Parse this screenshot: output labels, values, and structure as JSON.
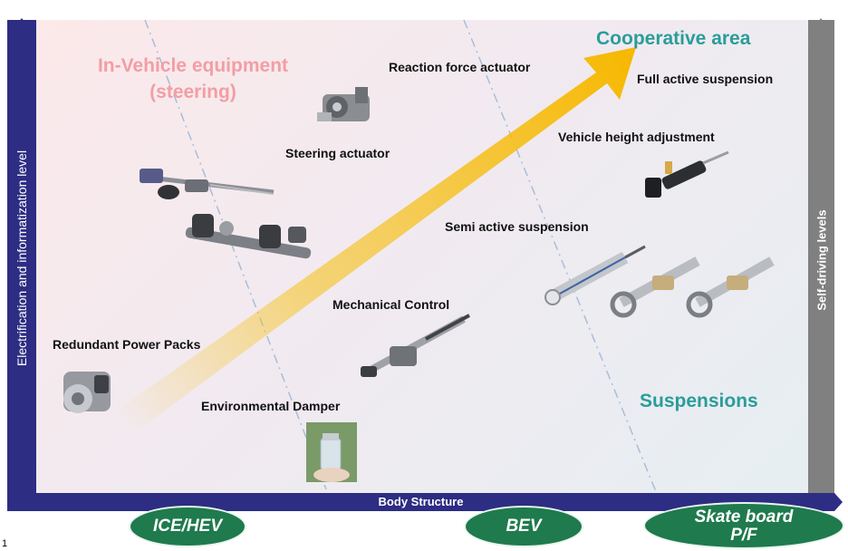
{
  "axes": {
    "y_label": "Electrification and informatization level",
    "x_label": "Body Structure",
    "right_label": "Self-driving levels"
  },
  "titles": {
    "in_vehicle_line1": "In-Vehicle equipment",
    "in_vehicle_line2": "(steering)",
    "cooperative": "Cooperative area",
    "suspensions": "Suspensions"
  },
  "labels": {
    "reaction_force_actuator": "Reaction force actuator",
    "steering_actuator": "Steering actuator",
    "full_active_suspension": "Full active suspension",
    "vehicle_height_adjustment": "Vehicle height adjustment",
    "semi_active_suspension": "Semi active suspension",
    "mechanical_control": "Mechanical Control",
    "redundant_power_packs": "Redundant Power Packs",
    "environmental_damper": "Environmental Damper"
  },
  "platforms": [
    {
      "label": "ICE/HEV"
    },
    {
      "label": "BEV"
    },
    {
      "label_line1": "Skate board",
      "label_line2": "P/F"
    }
  ],
  "footnote": "1",
  "colors": {
    "axis_bar": "#2c2d83",
    "right_bar": "#808080",
    "arrow": "#f7c21a",
    "platform_ellipse": "#1f7a4d",
    "pink_title": "#f29ea4",
    "teal_title": "#2a9d9a"
  }
}
